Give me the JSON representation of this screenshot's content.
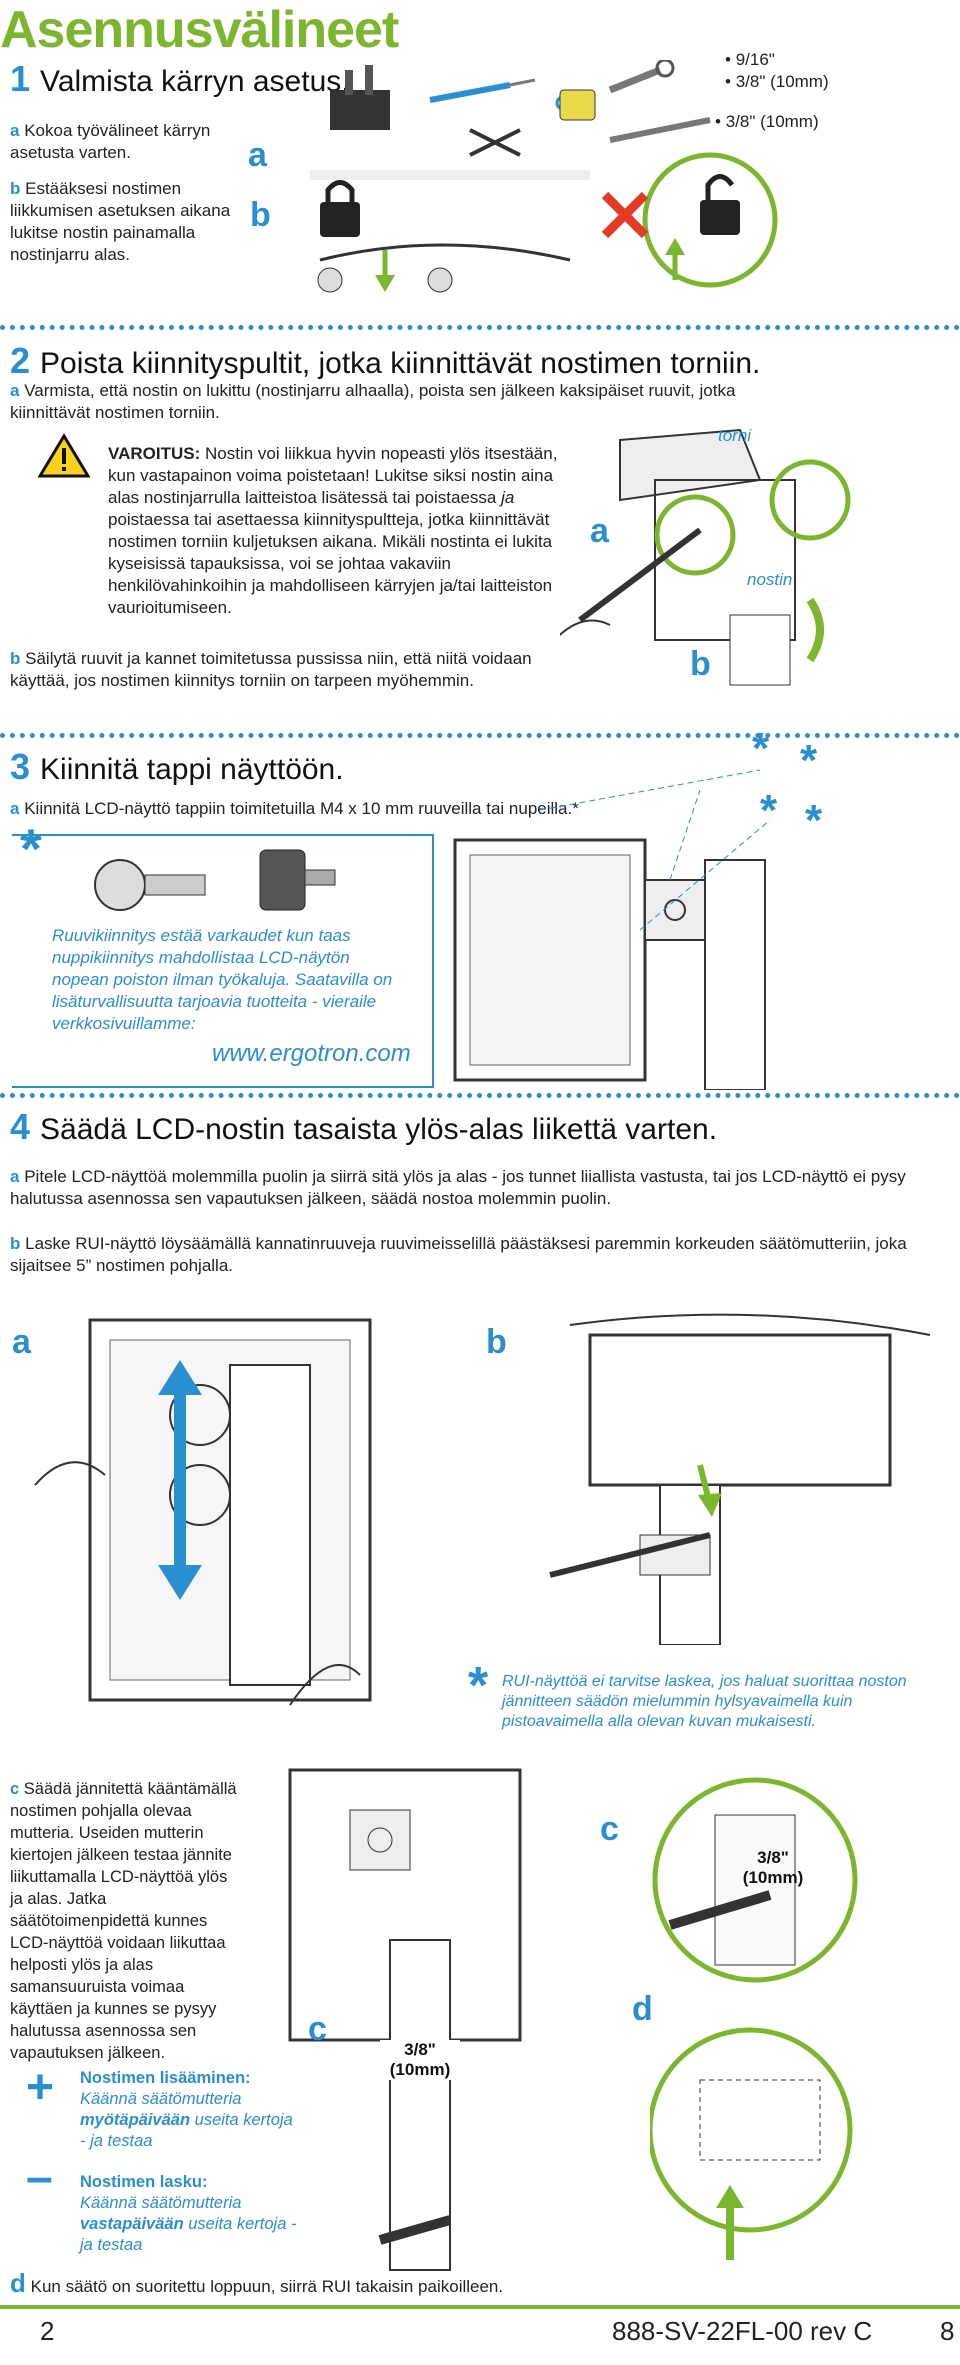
{
  "title": "Asennusvälineet",
  "step1": {
    "num": "1",
    "heading": "Valmista kärryn asetus.",
    "a_letter": "a",
    "a_text": "Kokoa työvälineet kärryn asetusta varten.",
    "b_letter": "b",
    "b_text": "Estääksesi nostimen liikkumisen asetuksen aikana lukitse nostin painamalla nostinjarru alas.",
    "tool1": "9/16\"",
    "tool2": "3/8\" (10mm)",
    "tool3": "3/8\" (10mm)",
    "fig_a": "a",
    "fig_b": "b"
  },
  "step2": {
    "num": "2",
    "heading": "Poista kiinnityspultit, jotka kiinnittävät nostimen torniin.",
    "a_letter": "a",
    "a_text": "Varmista, että nostin on lukittu (nostinjarru alhaalla), poista sen jälkeen kaksipäiset ruuvit, jotka kiinnittävät nostimen torniin.",
    "warn_label": "VAROITUS:",
    "warn_text": "Nostin voi liikkua hyvin nopeasti ylös itsestään, kun vastapainon voima poistetaan! Lukitse siksi nostin aina alas nostinjarrulla laitteistoa lisätessä tai poistaessa",
    "warn_ja": "ja",
    "warn_text2": "poistaessa tai asettaessa kiinnityspultteja, jotka kiinnittävät nostimen torniin kuljetuksen aikana. Mikäli nostinta ei lukita kyseisissä tapauksissa, voi se johtaa vakaviin henkilövahinkoihin ja mahdolliseen kärryjen ja/tai laitteiston vaurioitumiseen.",
    "b_letter": "b",
    "b_text": "Säilytä ruuvit ja kannet toimitetussa pussissa niin, että niitä voidaan käyttää, jos nostimen kiinnitys torniin on tarpeen myöhemmin.",
    "fig_torni": "torni",
    "fig_nostin": "nostin",
    "fig_a": "a",
    "fig_b": "b"
  },
  "step3": {
    "num": "3",
    "heading": "Kiinnitä tappi näyttöön.",
    "a_letter": "a",
    "a_text": "Kiinnitä LCD-näyttö tappiin toimitetuilla M4 x 10 mm ruuveilla tai nupeilla.*",
    "note_star": "*",
    "note_text": "Ruuvikiinnitys estää varkaudet kun taas nuppikiinnitys mahdollistaa LCD-näytön nopean poiston ilman työkaluja. Saatavilla on lisäturvallisuutta tarjoavia tuotteita -",
    "note_link_pre": "vieraile verkkosivuillamme:",
    "note_url": "www.ergotron.com"
  },
  "step4": {
    "num": "4",
    "heading": "Säädä LCD-nostin tasaista ylös-alas liikettä varten.",
    "a_letter": "a",
    "a_text": "Pitele LCD-näyttöä molemmilla puolin ja siirrä sitä ylös ja alas - jos tunnet liiallista vastusta, tai jos LCD-näyttö ei pysy halutussa asennossa sen vapautuksen jälkeen, säädä nostoa molemmin puolin.",
    "b_letter": "b",
    "b_text": "Laske RUI-näyttö löysäämällä kannatinruuveja ruuvimeisselillä päästäksesi paremmin korkeuden säätömutteriin, joka sijaitsee 5” nostimen pohjalla.",
    "fig_a": "a",
    "fig_b": "b",
    "rui_star": "*",
    "rui_note": "RUI-näyttöä ei tarvitse laskea, jos haluat suorittaa noston jännitteen säädön mielummin hylsyavaimella kuin pistoavaimella alla olevan kuvan mukaisesti.",
    "c_letter": "c",
    "c_text": "Säädä jännitettä kääntämällä nostimen pohjalla olevaa mutteria. Useiden mutterin kiertojen jälkeen testaa jännite liikuttamalla LCD-näyttöä ylös ja alas. Jatka säätötoimenpidettä kunnes LCD-näyttöä voidaan liikuttaa helposti ylös ja alas samansuuruista voimaa käyttäen ja kunnes se pysyy halutussa asennossa sen vapautuksen jälkeen.",
    "plus": "+",
    "inc_title": "Nostimen lisääminen:",
    "inc_text1": "Käännä säätömutteria",
    "inc_dir": "myötäpäivään",
    "inc_text2": "useita kertoja - ja testaa",
    "minus": "–",
    "dec_title": "Nostimen lasku:",
    "dec_text1": "Käännä säätömutteria",
    "dec_dir": "vastapäivään",
    "dec_text2": "useita kertoja - ja testaa",
    "d_letter": "d",
    "d_text": "Kun säätö on suoritettu loppuun, siirrä RUI takaisin paikoilleen.",
    "fig_c": "c",
    "fig_c2": "c",
    "fig_d": "d",
    "size_label1": "3/8\"",
    "size_label1b": "(10mm)",
    "size_label2": "3/8\"",
    "size_label2b": "(10mm)"
  },
  "footer": {
    "page": "2",
    "doc": "888-SV-22FL-00 rev C",
    "cut": "8"
  }
}
